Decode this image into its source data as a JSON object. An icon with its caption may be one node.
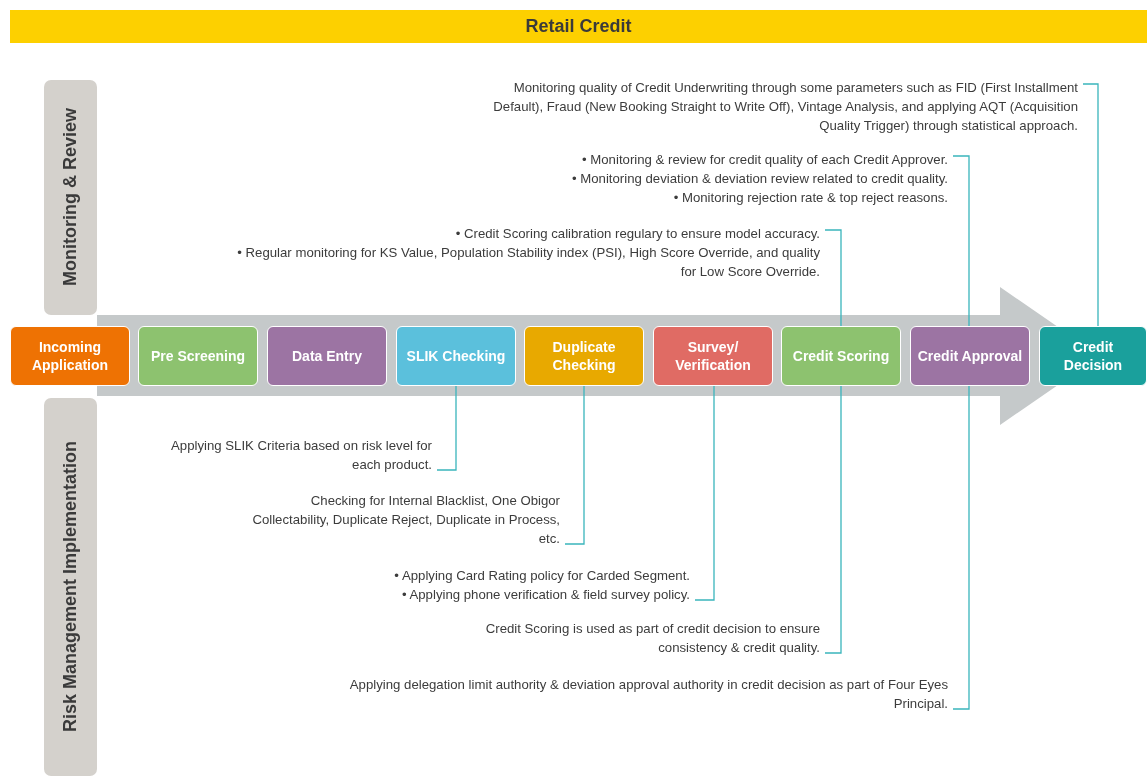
{
  "diagram": {
    "title": "Retail Credit",
    "nodes": [
      {
        "text": [
          "Monitoring & Review"
        ]
      },
      {
        "text": [
          "Risk Management Implementation"
        ]
      },
      {
        "text": [
          "Incoming Application"
        ]
      },
      {
        "text": [
          "Pre Screening"
        ]
      },
      {
        "text": [
          "Data Entry"
        ]
      },
      {
        "text": [
          "SLIK Checking"
        ]
      },
      {
        "text": [
          "Duplicate Checking"
        ]
      },
      {
        "text": [
          "Survey/ Verification"
        ]
      },
      {
        "text": [
          "Credit Scoring"
        ]
      },
      {
        "text": [
          "Credit Approval"
        ]
      },
      {
        "text": [
          "Credit Decision"
        ]
      },
      {
        "text": [
          "Monitoring quality of Credit Underwriting through some parameters such as FID (First Installment Default), Fraud (New Booking Straight to Write Off), Vintage Analysis, and applying AQT (Acquisition Quality Trigger) through statistical approach."
        ]
      },
      {
        "text": [
          "• Monitoring & review for credit quality of each Credit Approver.",
          "• Monitoring deviation & deviation review related to credit quality.",
          "• Monitoring rejection rate & top reject reasons."
        ]
      },
      {
        "text": [
          "• Credit Scoring calibration regulary to ensure model accuracy.",
          "• Regular monitoring for KS Value, Population Stability index (PSI), High Score  Override, and quality for Low Score Override."
        ]
      },
      {
        "text": [
          "Applying SLIK Criteria based on risk level for each product."
        ]
      },
      {
        "text": [
          "Checking for Internal Blacklist, One Obigor Collectability, Duplicate  Reject, Duplicate in Process, etc."
        ]
      },
      {
        "text": [
          "• Applying Card Rating policy for Carded Segment.",
          "• Applying phone verification & field survey policy."
        ]
      },
      {
        "text": [
          "Credit Scoring is used as part of credit decision to ensure consistency & credit quality."
        ]
      },
      {
        "text": [
          "Applying delegation limit authority & deviation approval authority in credit  decision as part of Four Eyes Principal."
        ]
      }
    ],
    "edges": [
      {
        "from": 11,
        "to": 10,
        "arrow": "none"
      },
      {
        "from": 12,
        "to": 9,
        "arrow": "none"
      },
      {
        "from": 13,
        "to": 8,
        "arrow": "none"
      },
      {
        "from": 14,
        "to": 5,
        "arrow": "none"
      },
      {
        "from": 15,
        "to": 6,
        "arrow": "none"
      },
      {
        "from": 16,
        "to": 7,
        "arrow": "none"
      },
      {
        "from": 17,
        "to": 8,
        "arrow": "none"
      },
      {
        "from": 18,
        "to": 9,
        "arrow": "none"
      }
    ]
  }
}
